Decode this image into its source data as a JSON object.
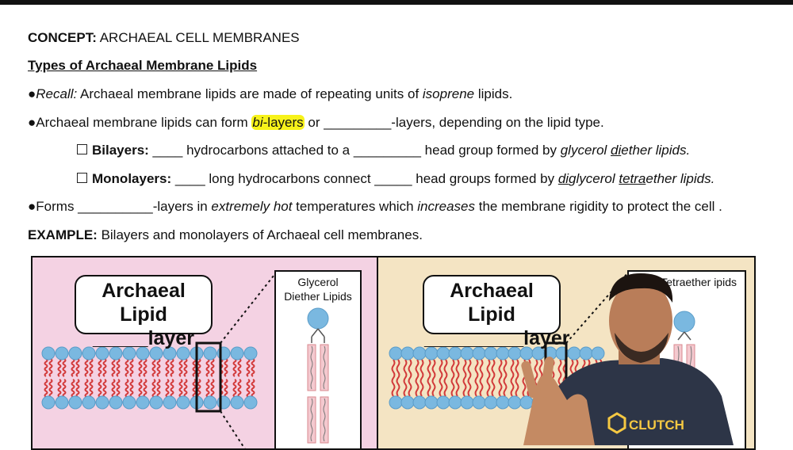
{
  "header": {
    "concept_label": "CONCEPT:",
    "concept_title": "ARCHAEAL CELL MEMBRANES",
    "subtitle": "Types of Archaeal Membrane Lipids"
  },
  "bullets": {
    "recall_label": "Recall:",
    "recall_a": "Archaeal membrane lipids are made of repeating units of ",
    "recall_em": "isoprene",
    "recall_b": " lipids.",
    "form_a": "Archaeal membrane lipids can form ",
    "form_bi": "bi",
    "form_layers": "-layers",
    "form_b": " or _________-layers, depending on the lipid type.",
    "bilayers_label": "Bilayers:",
    "bilayers_a": " ____ hydrocarbons attached to a _________ head group formed by ",
    "bilayers_em1": "glycerol ",
    "bilayers_u": "di",
    "bilayers_em2": "ether lipids.",
    "monolayers_label": "Monolayers:",
    "monolayers_a": " ____ long hydrocarbons connect _____ head groups formed by ",
    "monolayers_u1": "di",
    "monolayers_em1": "glycerol ",
    "monolayers_u2": "tetra",
    "monolayers_em2": "ether lipids.",
    "forms_a": "Forms __________-layers in ",
    "forms_em1": "extremely hot",
    "forms_b": " temperatures which ",
    "forms_em2": "increases",
    "forms_c": " the membrane rigidity to protect the cell ."
  },
  "example": {
    "label": "EXAMPLE:",
    "text": " Bilayers and monolayers of Archaeal cell membranes."
  },
  "figure": {
    "left_title_1": "Archaeal Lipid",
    "left_title_2": "_____layer",
    "left_inset": "Glycerol Diether Lipids",
    "right_title_1": "Archaeal Lipid",
    "right_title_2": "_________layer",
    "right_inset": "rol Tetraether ipids"
  },
  "presenter": {
    "shirt_logo": "CLUTCH"
  },
  "colors": {
    "highlight": "#f7f21a",
    "head_group": "#7ab8e0",
    "tail": "#d23a3a",
    "left_panel": "#f4d2e3",
    "right_panel": "#f4e4c3"
  }
}
